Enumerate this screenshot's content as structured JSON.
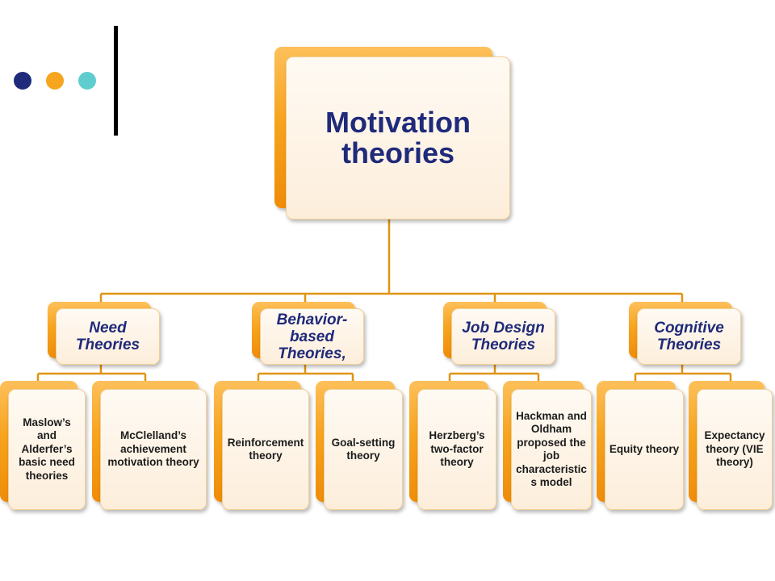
{
  "decoration": {
    "dot_colors": [
      "#1f2a7a",
      "#f7a41e",
      "#5fcdcf"
    ],
    "bar_color": "#000000",
    "connector_color": "#e0940f"
  },
  "diagram": {
    "root": {
      "label": "Motivation theories"
    },
    "categories": [
      {
        "label": "Need Theories",
        "children": [
          {
            "label": "Maslow’s and Alderfer’s basic need theories"
          },
          {
            "label": "McClelland’s achievement motivation theory"
          }
        ]
      },
      {
        "label": "Behavior-based Theories,",
        "children": [
          {
            "label": "Reinforcement theory"
          },
          {
            "label": "Goal-setting theory"
          }
        ]
      },
      {
        "label": "Job Design Theories",
        "children": [
          {
            "label": "Herzberg’s two-factor theory"
          },
          {
            "label": "Hackman and Oldham proposed the job characteristics model"
          }
        ]
      },
      {
        "label": "Cognitive Theories",
        "children": [
          {
            "label": "Equity theory"
          },
          {
            "label": "Expectancy theory (VIE theory)"
          }
        ]
      }
    ]
  }
}
